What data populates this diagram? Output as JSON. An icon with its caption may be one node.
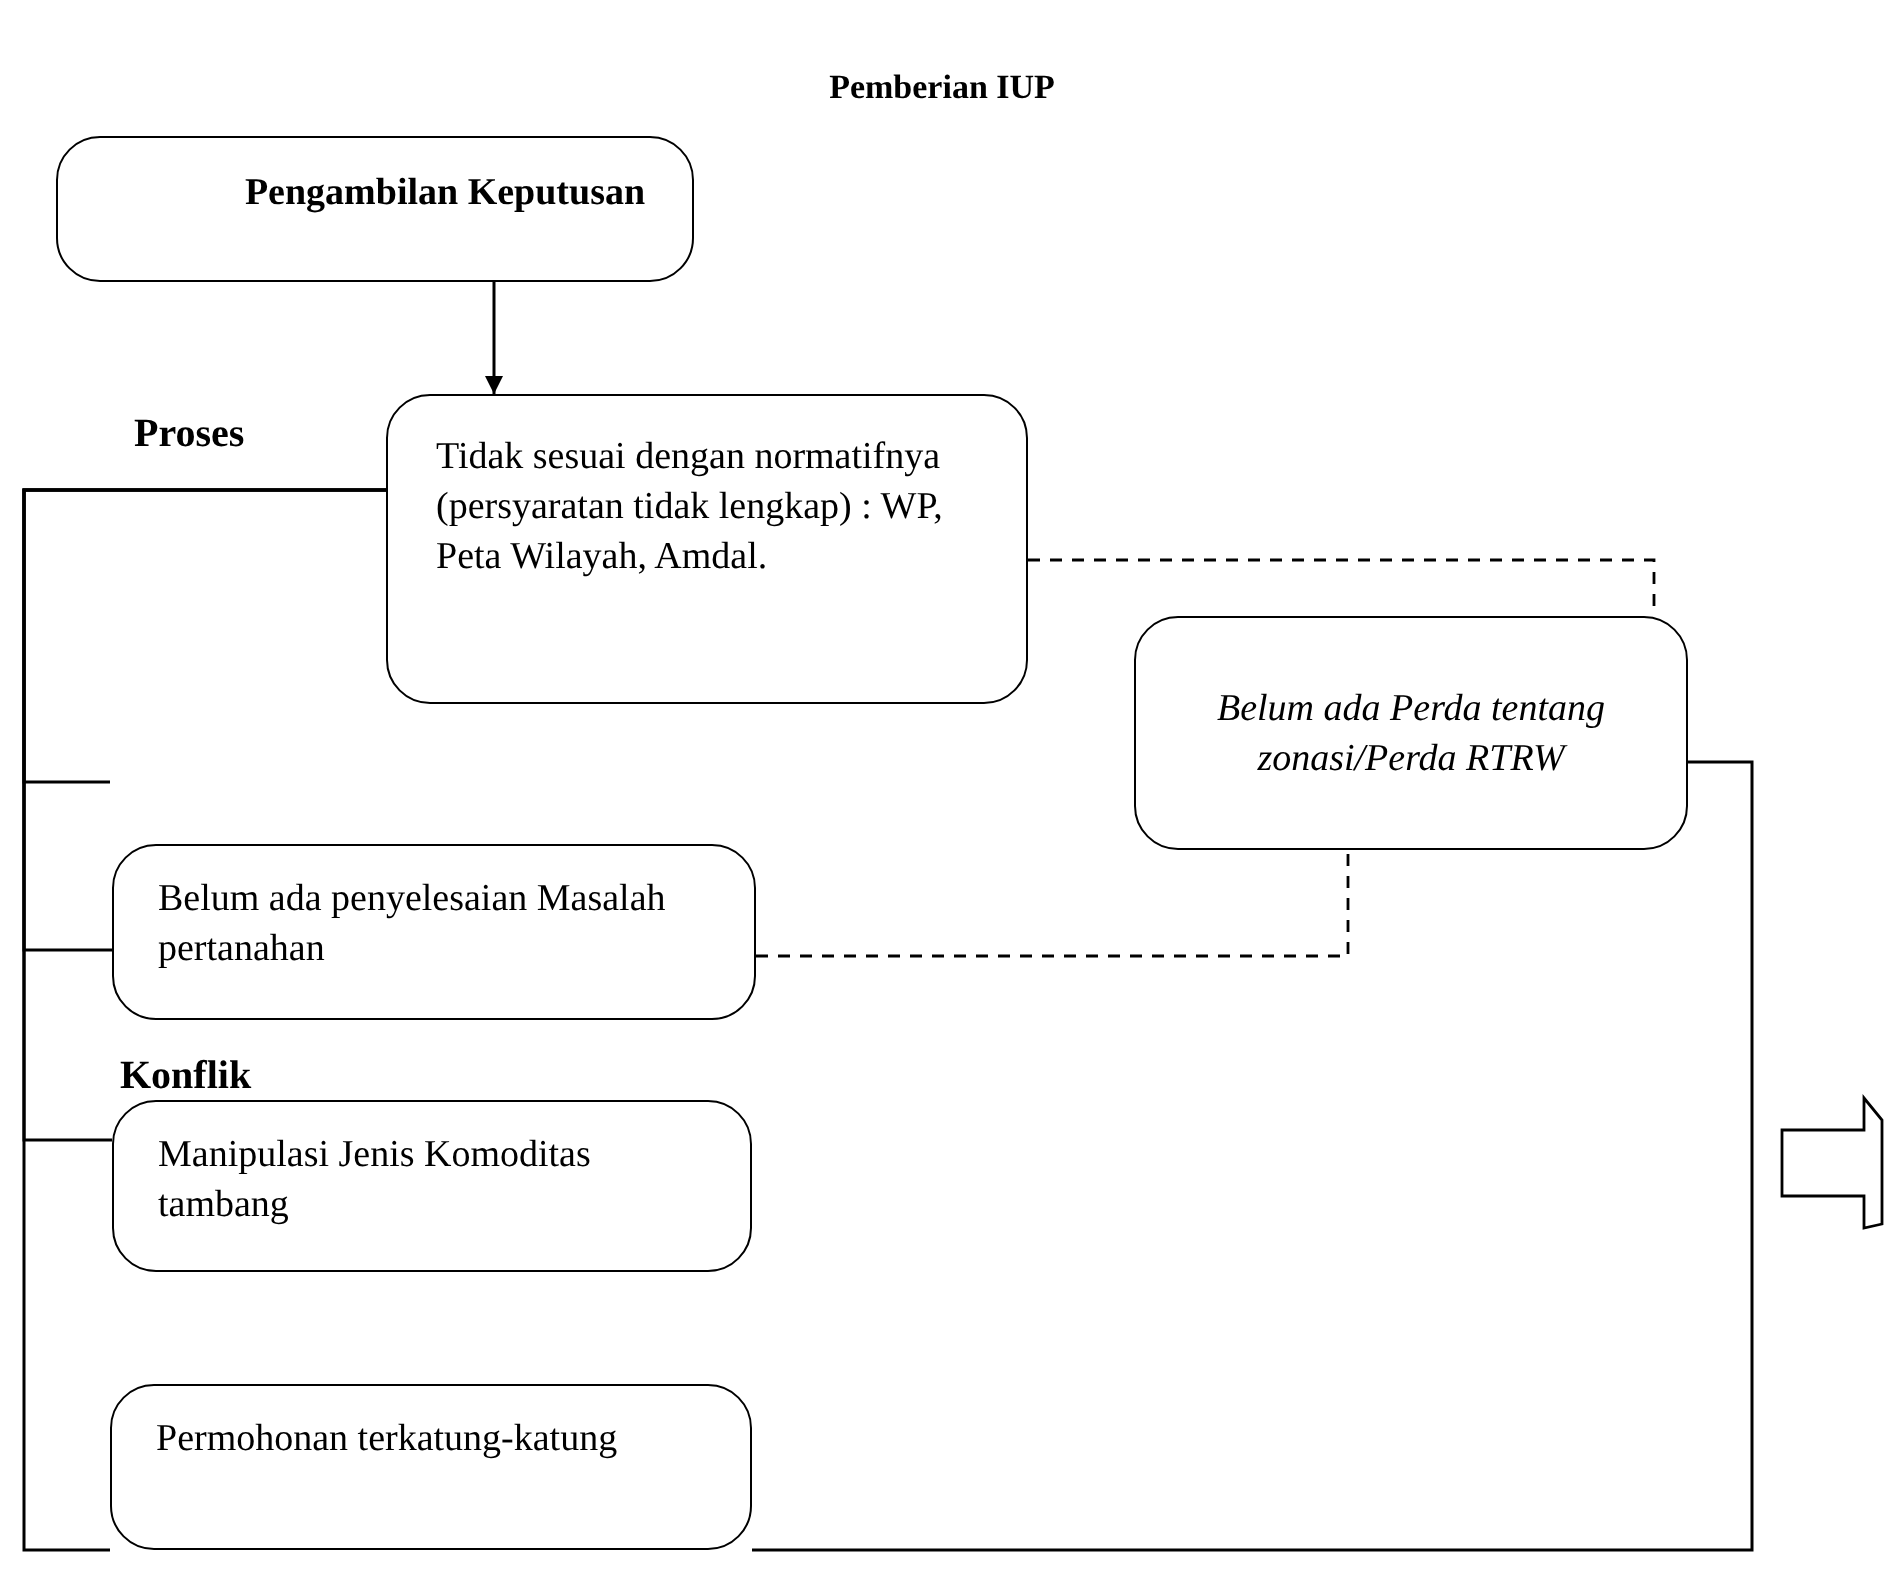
{
  "diagram": {
    "title": "Pemberian IUP",
    "nodes": [
      {
        "text": [
          "Pengambilan Keputusan"
        ]
      },
      {
        "text": [
          "Tidak sesuai dengan normatifnya (persyaratan tidak lengkap) : WP, Peta Wilayah, Amdal."
        ]
      },
      {
        "text": [
          "Belum ada Perda tentang zonasi/Perda RTRW"
        ]
      },
      {
        "text": [
          "Belum ada penyelesaian Masalah pertanahan"
        ]
      },
      {
        "text": [
          "Manipulasi Jenis Komoditas tambang"
        ]
      },
      {
        "text": [
          "Permohonan terkatung-katung"
        ]
      }
    ],
    "edges": [
      {
        "from": 0,
        "to": 1,
        "arrow": "to"
      },
      {
        "from": 1,
        "to": 2,
        "arrow": "none",
        "style": "dashed"
      },
      {
        "from": 1,
        "to": null,
        "arrow": "none"
      },
      {
        "from": 1,
        "to": 3,
        "arrow": "none"
      },
      {
        "from": 3,
        "to": 2,
        "arrow": "none",
        "style": "dashed"
      },
      {
        "from": 1,
        "to": 4,
        "arrow": "none"
      },
      {
        "from": 1,
        "to": 5,
        "arrow": "none"
      },
      {
        "from": 2,
        "to": 5,
        "arrow": "none"
      }
    ],
    "labels": [
      "Proses",
      "Konflik"
    ]
  }
}
